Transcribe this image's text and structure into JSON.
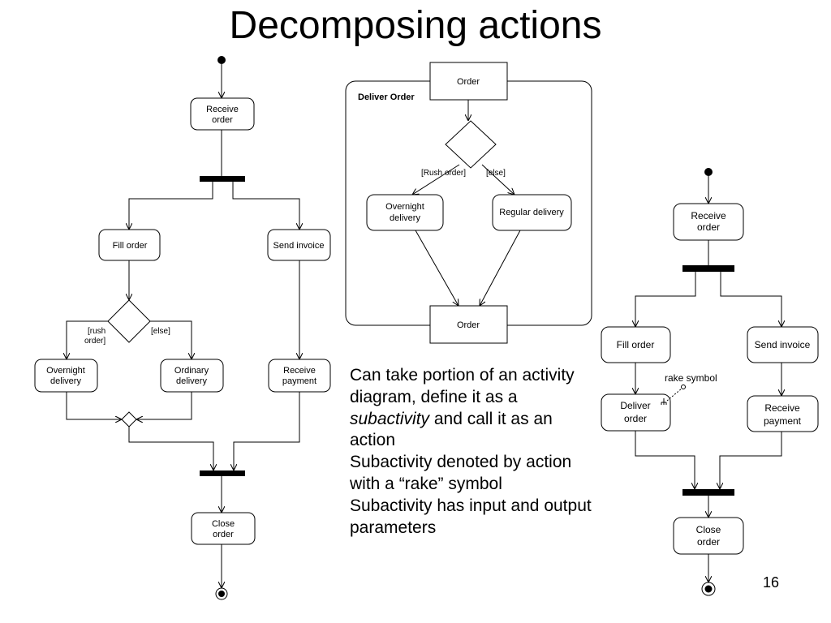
{
  "slide": {
    "title": "Decomposing actions",
    "page_number": "16"
  },
  "left_diagram": {
    "receive_order": [
      "Receive",
      "order"
    ],
    "fill_order": "Fill order",
    "send_invoice": "Send invoice",
    "guard_rush": [
      "[rush",
      "order]"
    ],
    "guard_else": "[else]",
    "overnight_delivery": [
      "Overnight",
      "delivery"
    ],
    "ordinary_delivery": [
      "Ordinary",
      "delivery"
    ],
    "receive_payment": [
      "Receive",
      "payment"
    ],
    "close_order": [
      "Close",
      "order"
    ]
  },
  "subactivity": {
    "name": "Deliver Order",
    "input_param": "Order",
    "output_param": "Order",
    "guard_rush": "[Rush order]",
    "guard_else": "[else]",
    "overnight_delivery": [
      "Overnight",
      "delivery"
    ],
    "regular_delivery": "Regular delivery"
  },
  "right_diagram": {
    "receive_order": [
      "Receive",
      "order"
    ],
    "fill_order": "Fill order",
    "send_invoice": "Send invoice",
    "deliver_order": [
      "Deliver",
      "order"
    ],
    "rake_annotation": "rake symbol",
    "receive_payment": [
      "Receive",
      "payment"
    ],
    "close_order": [
      "Close",
      "order"
    ]
  },
  "body_text": {
    "para1_before": "Can take portion of an activity diagram, define it as a ",
    "para1_emphasis": "subactivity",
    "para1_after": " and call it as an action",
    "para2": "Subactivity denoted by action with a “rake” symbol",
    "para3": "Subactivity has input and output parameters"
  }
}
